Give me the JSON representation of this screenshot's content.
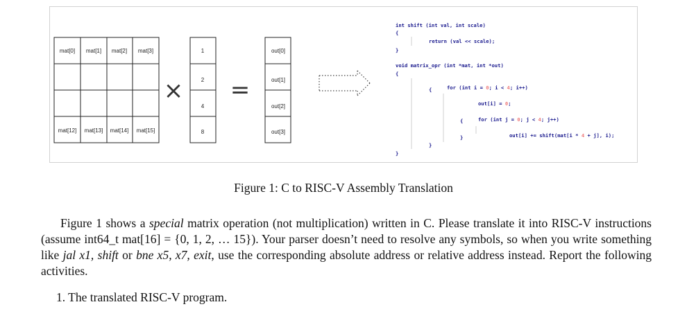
{
  "figure": {
    "matrix_cells": {
      "top": [
        "mat[0]",
        "mat[1]",
        "mat[2]",
        "mat[3]"
      ],
      "bottom": [
        "mat[12]",
        "mat[13]",
        "mat[14]",
        "mat[15]"
      ]
    },
    "vector_values": [
      "1",
      "2",
      "4",
      "8"
    ],
    "output_cells": [
      "out[0]",
      "out[1]",
      "out[2]",
      "out[3]"
    ],
    "operators": {
      "multiply": "×",
      "equals": "="
    },
    "code": {
      "l1": "int shift (int val, int scale)",
      "l2": "{",
      "l3": "return (val << scale);",
      "l4": "}",
      "l5": "void matrix_opr (int *mat, int *out)",
      "l6": "{",
      "l7a": "for (int i = ",
      "l7b": "0",
      "l7c": "; i < ",
      "l7d": "4",
      "l7e": "; i++)",
      "l8": "{",
      "l9a": "out[i] = ",
      "l9b": "0",
      "l9c": ";",
      "l10a": "for (int j = ",
      "l10b": "0",
      "l10c": "; j < ",
      "l10d": "4",
      "l10e": "; j++)",
      "l11": "{",
      "l12a": "out[i] += shift(mat[i * ",
      "l12b": "4",
      "l12c": " + j], i);",
      "l13": "}",
      "l14": "}",
      "l15": "}"
    }
  },
  "caption": "Figure 1: C to RISC-V Assembly Translation",
  "paragraph": {
    "p1": "Figure 1 shows a ",
    "p2": "special",
    "p3": " matrix operation (not multiplication) written in C. Please translate it into RISC-V instructions (assume int64_t mat[16] = {0, 1, 2, … 15}). Your parser doesn’t need to resolve any symbols, so when you write something like ",
    "p4": "jal x1, shift",
    "p5": " or ",
    "p6": "bne x5, x7, exit",
    "p7": ", use the corresponding absolute address or relative address instead. Report the following activities."
  },
  "list": {
    "item1": "1. The translated RISC-V program."
  }
}
